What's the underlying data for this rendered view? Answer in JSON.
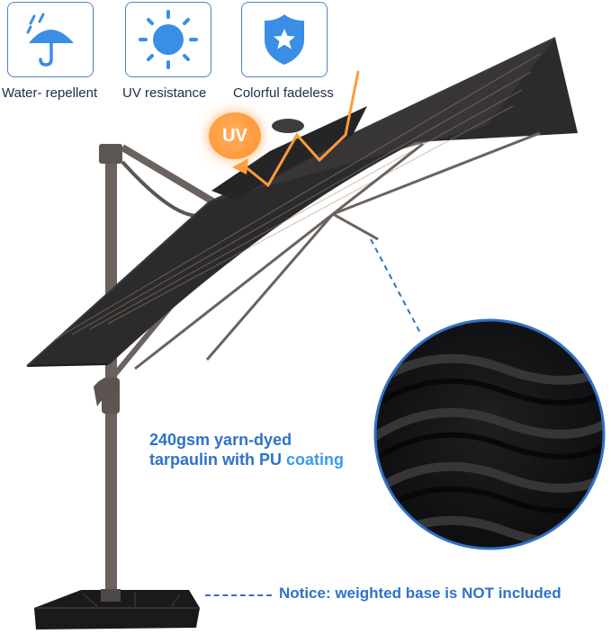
{
  "features": [
    {
      "icon": "umbrella-rain-icon",
      "label": "Water- repellent"
    },
    {
      "icon": "sun-icon",
      "label": "UV resistance"
    },
    {
      "icon": "shield-star-icon",
      "label": "Colorful fadeless"
    }
  ],
  "uv_badge": "UV",
  "fabric": {
    "line1": "240gsm yarn-dyed",
    "line2_prefix": "tarpaulin with PU ",
    "line2_highlight": "coating"
  },
  "notice": "Notice: weighted base is NOT included",
  "colors": {
    "accent": "#2f72c8",
    "icon_blue": "#3a8ee6",
    "canopy": "#2b2b2d",
    "frame": "#6a625e",
    "uv_orange": "#ff9a3a"
  }
}
